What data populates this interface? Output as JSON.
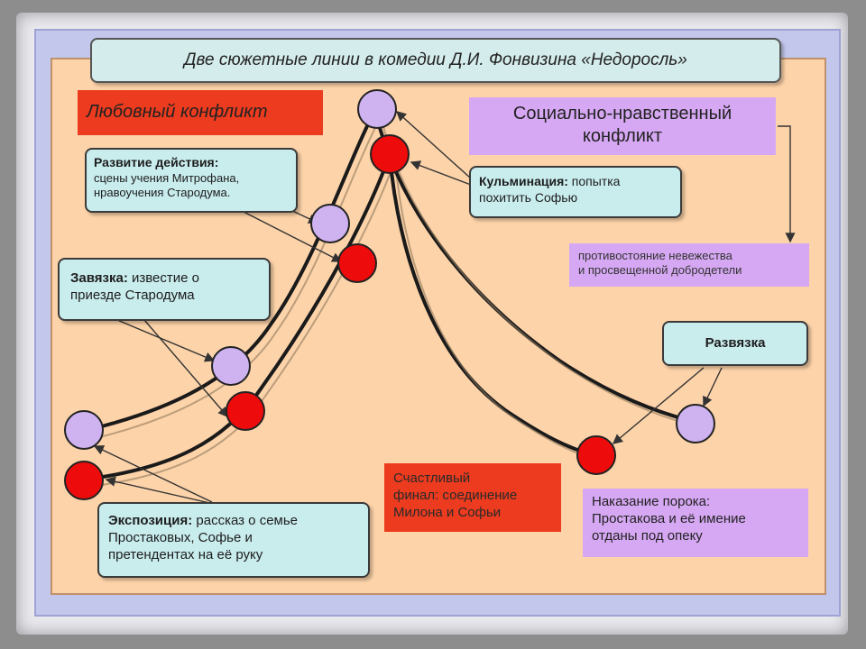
{
  "title": "Две сюжетные линии в комедии Д.И. Фонвизина «Недоросль»",
  "love_conflict": "Любовный конфликт",
  "social_conflict": {
    "line1": "Социально-нравственный",
    "line2": "конфликт"
  },
  "development": {
    "head": "Развитие действия:",
    "line1": "сцены учения Митрофана,",
    "line2": "нравоучения Стародума."
  },
  "climax": {
    "head": "Кульминация:",
    "tail": " попытка",
    "line2": "похитить Софью"
  },
  "confrontation": {
    "line1": "противостояние невежества",
    "line2": "и просвещенной добродетели"
  },
  "exposition_tie": {
    "head": "Завязка:",
    "tail": " известие о",
    "line2": "приезде Стародума"
  },
  "denouement": "Развязка",
  "exposition": {
    "head": "Экспозиция:",
    "tail": " рассказ о семье",
    "line2": "Простаковых, Софье и",
    "line3": "претендентах на её руку"
  },
  "happy_ending": {
    "line1": "Счастливый",
    "line2": "финал: соединение",
    "line3": "Милона и Софьи"
  },
  "punishment": {
    "line1": "Наказание порока:",
    "line2": "Простакова и её имение",
    "line3": "отданы под опеку"
  },
  "colors": {
    "red_node": "#ee0b0b",
    "purple_node": "#cfb3f0",
    "curve": "#1a1a1a"
  }
}
